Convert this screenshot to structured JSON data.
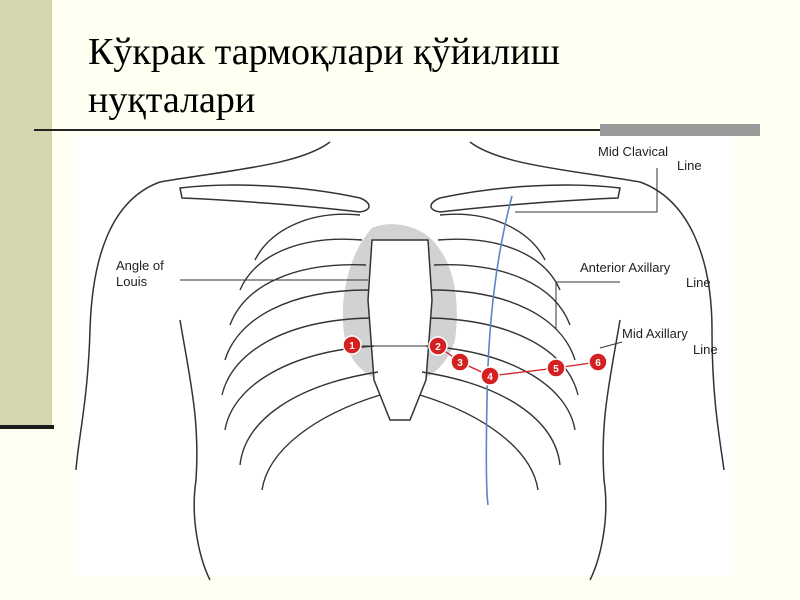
{
  "slide": {
    "title_line1": "Кўкрак тармоқлари қўйилиш",
    "title_line2": "нуқталари"
  },
  "labels": {
    "mid_clavical_1": "Mid Clavical",
    "mid_clavical_2": "Line",
    "angle_of_louis_1": "Angle of",
    "angle_of_louis_2": "Louis",
    "anterior_axillary_1": "Anterior Axillary",
    "anterior_axillary_2": "Line",
    "mid_axillary_1": "Mid Axillary",
    "mid_axillary_2": "Line"
  },
  "electrodes": [
    "1",
    "2",
    "3",
    "4",
    "5",
    "6"
  ],
  "colors": {
    "electrode": "#d42020",
    "midclavicular_line": "#5a86c4",
    "heart": "#d2d2d2",
    "outline": "#333333"
  }
}
